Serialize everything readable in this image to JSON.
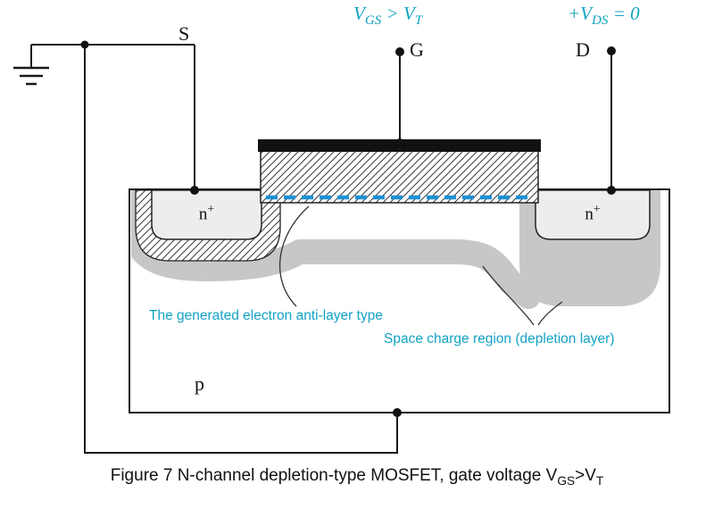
{
  "colors": {
    "accent-cyan": "#12a3c4",
    "dash-blue": "#1d90d4",
    "depletion-gray": "#c7c7c7",
    "well-gray": "#ededed",
    "ink": "#1a1a1a"
  },
  "terminals": {
    "source": "S",
    "gate": "G",
    "drain": "D"
  },
  "voltages": {
    "vgs": {
      "v1": "V",
      "sub1": "GS",
      "op": " > ",
      "v2": "V",
      "sub2": "T"
    },
    "vds": {
      "v": "+V",
      "sub": "DS",
      "eq": " = 0"
    }
  },
  "regions": {
    "n_plus": {
      "base": "n",
      "sup": "+"
    },
    "substrate": "p"
  },
  "annotations": {
    "electron_layer": "The generated electron anti-layer type",
    "space_charge": "Space charge region (depletion layer)"
  },
  "caption": {
    "pre": "Figure 7 N-channel depletion-type MOSFET, gate voltage V",
    "sub1": "GS",
    "mid": ">V",
    "sub2": "T"
  }
}
